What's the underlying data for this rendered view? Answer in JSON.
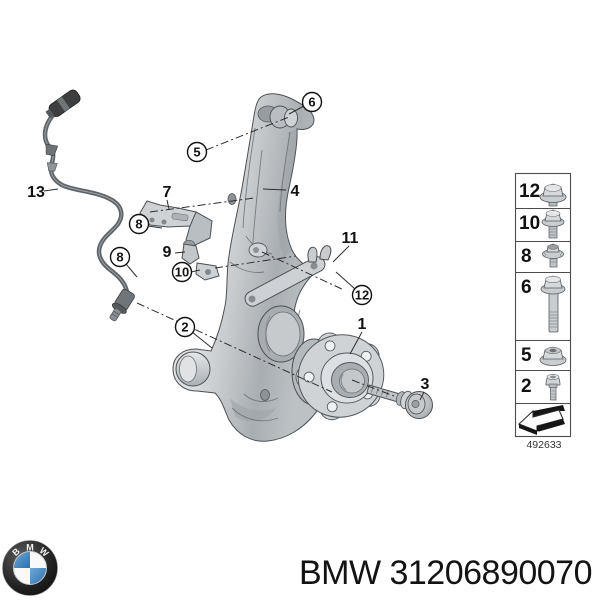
{
  "page": {
    "background": "#ffffff"
  },
  "diagram": {
    "circled_callouts": [
      {
        "id": "6"
      },
      {
        "id": "5"
      },
      {
        "id": "8"
      },
      {
        "id": "8"
      },
      {
        "id": "10"
      },
      {
        "id": "2"
      },
      {
        "id": "12"
      }
    ],
    "plain_labels": [
      {
        "id": "13"
      },
      {
        "id": "7"
      },
      {
        "id": "9"
      },
      {
        "id": "4"
      },
      {
        "id": "11"
      },
      {
        "id": "1"
      },
      {
        "id": "3"
      }
    ]
  },
  "fastener_panel": {
    "rows": [
      {
        "label": "12",
        "fastener": "flange-hex-bolt-stub"
      },
      {
        "label": "10",
        "fastener": "flange-hex-bolt-short"
      },
      {
        "label": "8",
        "fastener": "torx-flange-bolt"
      },
      {
        "label": "6",
        "fastener": "flange-hex-bolt-long"
      },
      {
        "label": "5",
        "fastener": "flange-nut"
      },
      {
        "label": "2",
        "fastener": "socket-head-bolt"
      }
    ],
    "arrow_icon": "direction-arrow",
    "code": "492633"
  },
  "footer": {
    "part_number": "BMW 31206890070",
    "logo_letters": [
      "B",
      "M",
      "W"
    ]
  },
  "colors": {
    "metal_light": "#eff0f1",
    "metal_mid": "#c3c7ca",
    "metal_dark": "#8f9498",
    "line": "#4d5154",
    "bmw_blue": "#3f86c4",
    "ink": "#131313"
  }
}
